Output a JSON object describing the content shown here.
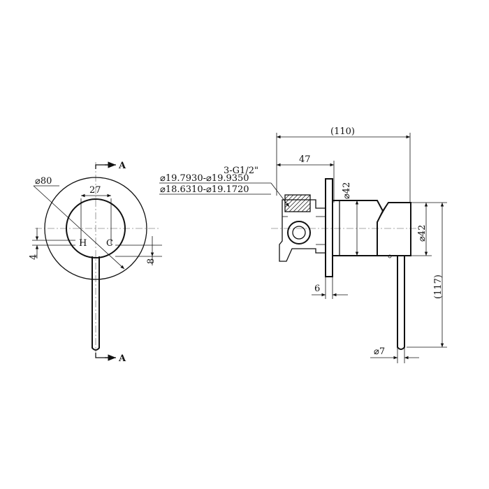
{
  "front_view": {
    "section_marker_top": "A",
    "section_marker_bottom": "A",
    "dim_outer_diameter": "⌀80",
    "dim_handle_width": "27",
    "dim_offset_left": "4",
    "dim_offset_right": "8",
    "label_hot": "H",
    "label_cold": "C"
  },
  "side_view": {
    "dim_overall_depth": "(110)",
    "dim_body_depth": "47",
    "dim_thread": "3-G1/2\"",
    "dim_thread_major": "⌀19.7930-⌀19.9350",
    "dim_thread_minor": "⌀18.6310-⌀19.1720",
    "dim_flange_diameter": "⌀42",
    "dim_handle_diameter": "⌀42",
    "dim_height": "(117)",
    "dim_plate_thickness": "6",
    "dim_lever_diameter": "⌀7"
  }
}
